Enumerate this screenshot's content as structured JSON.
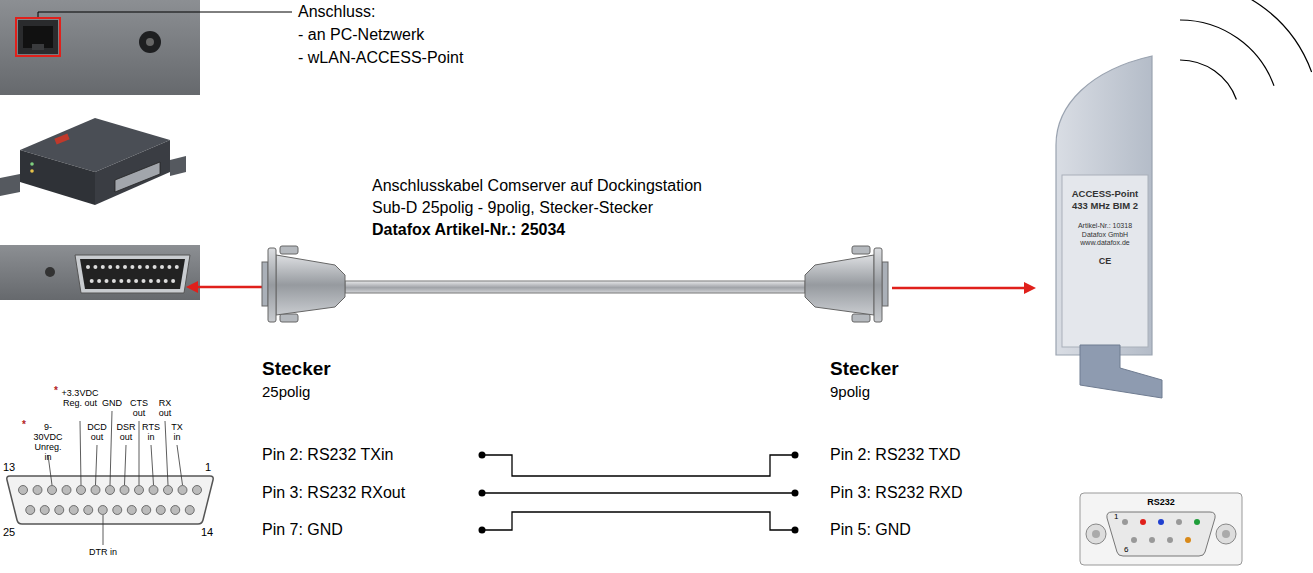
{
  "diagram": {
    "nodes": [
      {
        "text": [
          "ACCESS-Point 433 MHz BIM 2",
          "Artikel-Nr.: 10318 Datafox GmbH www.datafox.de",
          "CE"
        ]
      }
    ],
    "labels": [
      "Anschluss:",
      "- an PC-Netzwerk",
      "- wLAN-ACCESS-Point",
      "Anschlusskabel Comserver auf Dockingstation",
      "Sub-D 25polig - 9polig, Stecker-Stecker",
      "Datafox Artikel-Nr.: 25034",
      "*",
      "+3.3VDC Reg. out",
      "GND",
      "CTS out",
      "RX out",
      "*",
      "9-30VDC Unreg. in",
      "DCD out",
      "DSR out",
      "RTS in",
      "TX in",
      "13",
      "1",
      "25",
      "14",
      "DTR in",
      "Stecker",
      "25polig",
      "Pin 2: RS232 TXin",
      "Pin 3: RS232 RXout",
      "Pin 7: GND",
      "Stecker",
      "9polig",
      "Pin 2: RS232 TXD",
      "Pin 3: RS232 RXD",
      "Pin 5: GND",
      "RS232",
      "1",
      "6"
    ]
  }
}
